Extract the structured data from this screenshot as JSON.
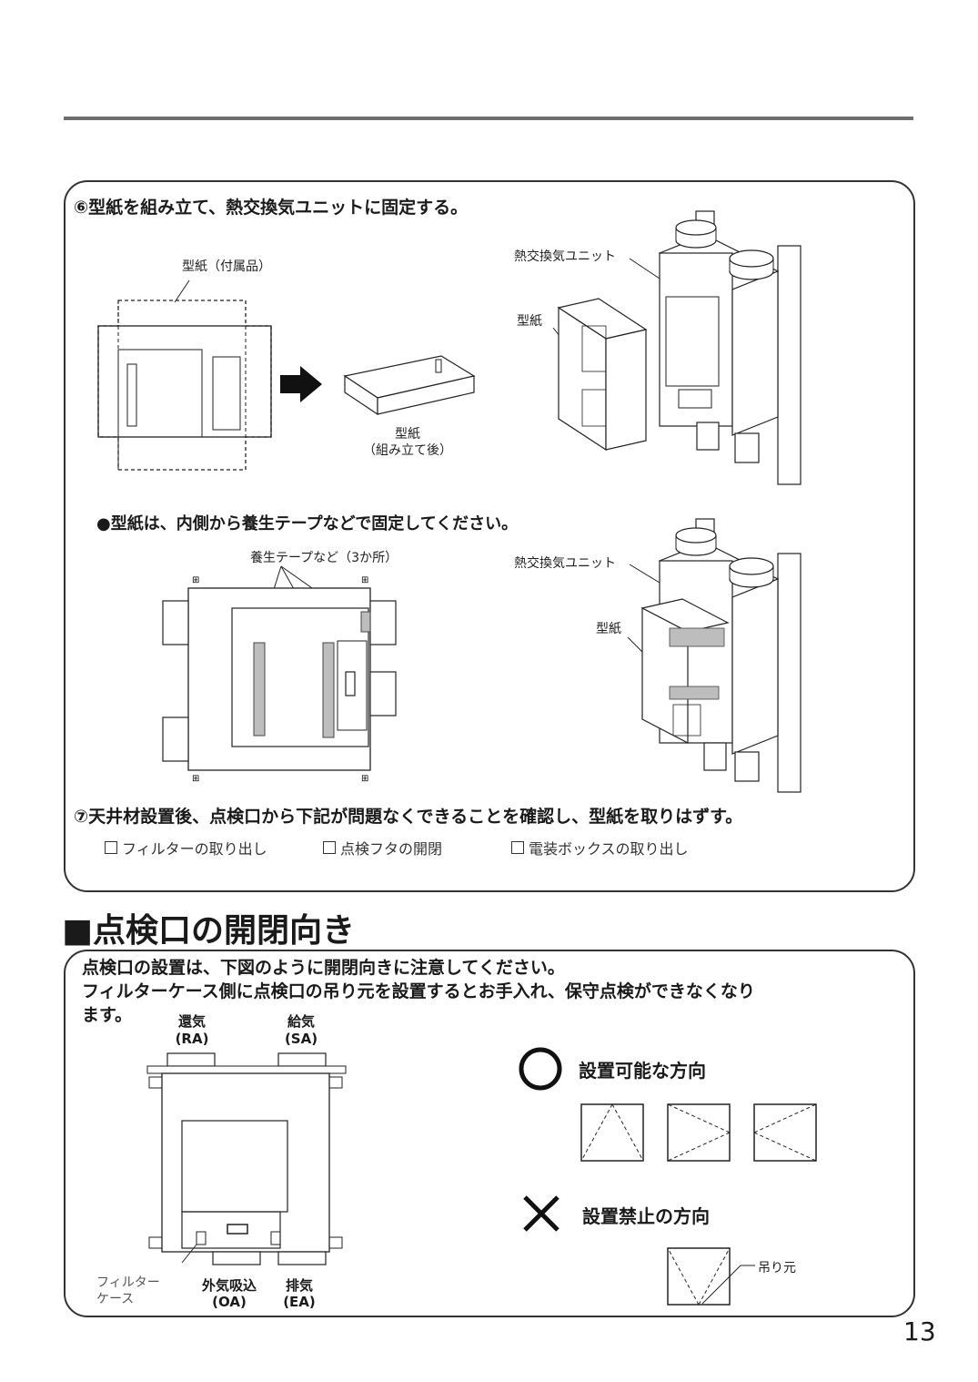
{
  "step6": {
    "title": "⑥型紙を組み立て、熱交換気ユニットに固定する。",
    "template_part_label": "型紙（付属品）",
    "template_assembled_label1": "型紙",
    "template_assembled_label2": "（組み立て後）",
    "unit_label": "熱交換気ユニット",
    "template_label": "型紙",
    "note": "●型紙は、内側から養生テープなどで固定してください。",
    "tape_label": "養生テープなど（3か所）",
    "unit_label2": "熱交換気ユニット",
    "template_label2": "型紙"
  },
  "step7": {
    "title": "⑦天井材設置後、点検口から下記が問題なくできることを確認し、型紙を取りはずす。",
    "checks": [
      "フィルターの取り出し",
      "点検フタの開閉",
      "電装ボックスの取り出し"
    ]
  },
  "section": {
    "title": "■点検口の開閉向き",
    "para_line1": "点検口の設置は、下図のように開閉向きに注意してください。",
    "para_line2": "フィルターケース側に点検口の吊り元を設置するとお手入れ、保守点検ができなくなり",
    "para_line3": "ます。",
    "ra_label1": "還気",
    "ra_label2": "(RA)",
    "sa_label1": "給気",
    "sa_label2": "(SA)",
    "oa_label1": "外気吸込",
    "oa_label2": "(OA)",
    "ea_label1": "排気",
    "ea_label2": "(EA)",
    "filter_label1": "フィルター",
    "filter_label2": "ケース",
    "ok_title": "設置可能な方向",
    "ng_title": "設置禁止の方向",
    "hinge_label": "吊り元"
  },
  "page_number": "13"
}
